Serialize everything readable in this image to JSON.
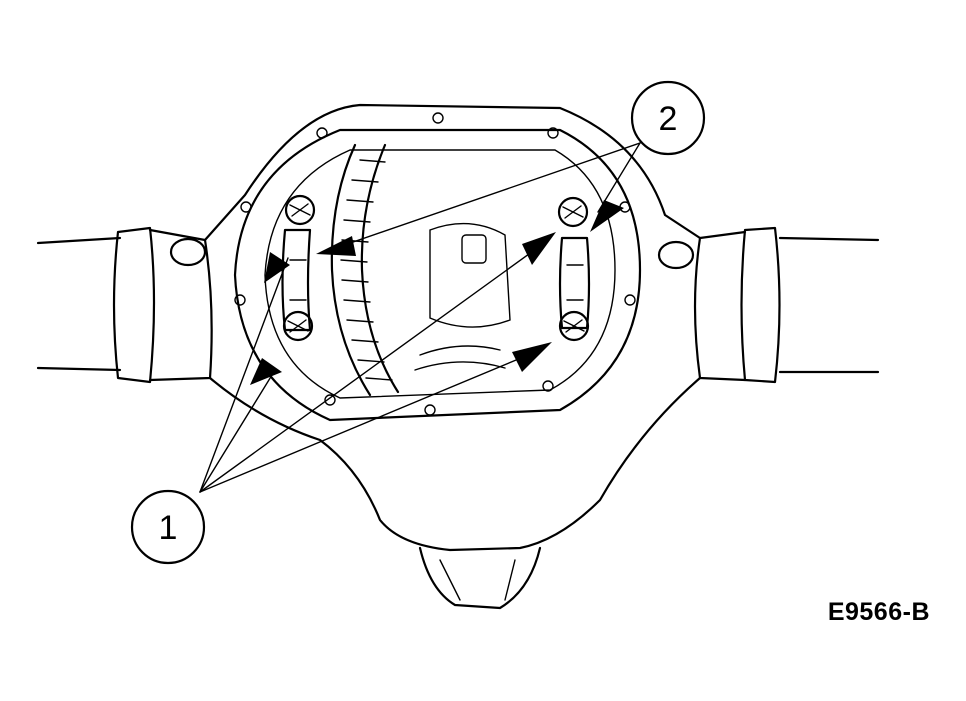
{
  "figure": {
    "id_label": "E9566-B"
  },
  "callouts": [
    {
      "key": "callout_1",
      "label": "1"
    },
    {
      "key": "callout_2",
      "label": "2"
    }
  ]
}
